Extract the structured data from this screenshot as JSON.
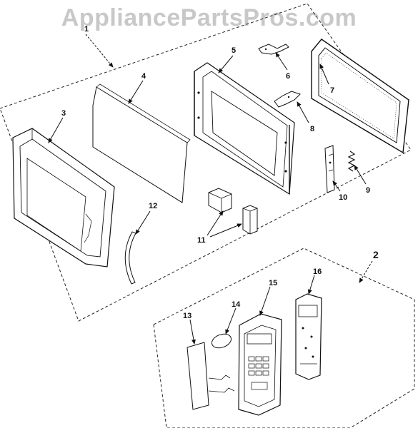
{
  "watermark": "AppliancePartsPros.com",
  "assemblies": {
    "door": "1",
    "control": "2"
  },
  "callouts": {
    "p3": "3",
    "p4": "4",
    "p5": "5",
    "p6": "6",
    "p7": "7",
    "p8": "8",
    "p9": "9",
    "p10": "10",
    "p11": "11",
    "p12": "12",
    "p13": "13",
    "p14": "14",
    "p15": "15",
    "p16": "16"
  }
}
